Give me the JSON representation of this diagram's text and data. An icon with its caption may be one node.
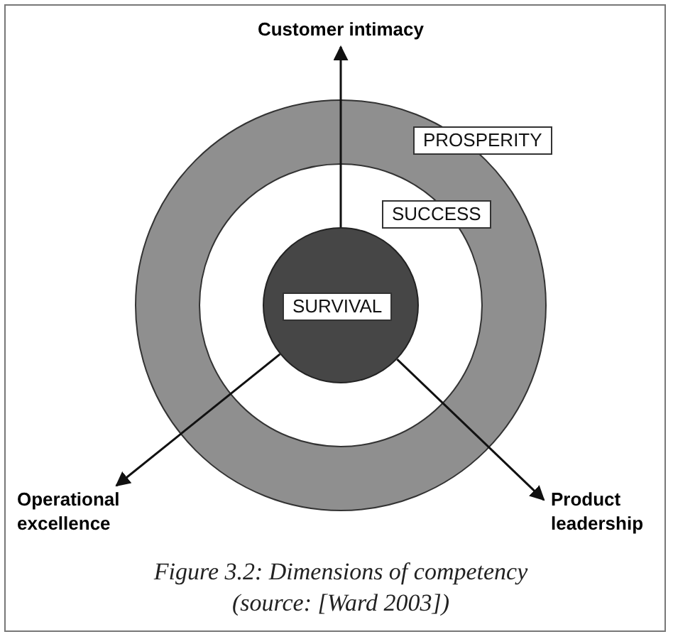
{
  "diagram": {
    "caption": "Figure 3.2: Dimensions of competency (source: [Ward 2003])",
    "nodes": [
      {
        "text": [
          "PROSPERITY"
        ]
      },
      {
        "text": [
          "SUCCESS"
        ],
        "in": 0
      },
      {
        "text": [
          "SURVIVAL"
        ],
        "in": 1
      },
      {
        "text": [
          "Customer intimacy"
        ]
      },
      {
        "text": [
          "Operational excellence"
        ]
      },
      {
        "text": [
          "Product leadership"
        ]
      }
    ],
    "edges": [
      {
        "from": 2,
        "to": 3,
        "arrow": "to"
      },
      {
        "from": 2,
        "to": 4,
        "arrow": "to"
      },
      {
        "from": 2,
        "to": 5,
        "arrow": "to"
      }
    ]
  }
}
